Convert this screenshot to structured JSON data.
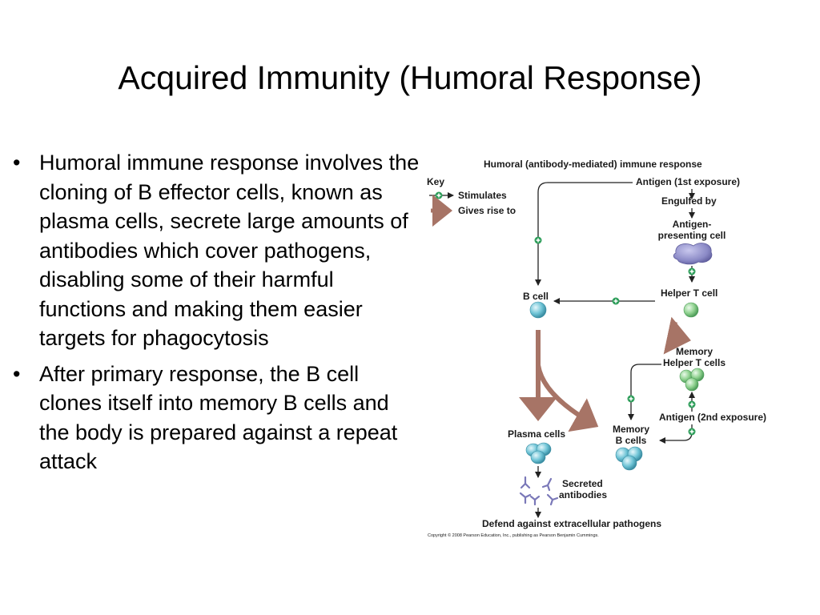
{
  "slide": {
    "title": "Acquired Immunity (Humoral Response)",
    "bullets": [
      "Humoral immune response involves the cloning of B effector cells, known as plasma cells, secrete large amounts of antibodies which cover pathogens, disabling some of their harmful functions and making them easier targets for phagocytosis",
      "After primary response, the B cell clones itself into memory B cells and the body is prepared against a repeat attack"
    ]
  },
  "diagram": {
    "title": "Humoral (antibody-mediated) immune response",
    "key_label": "Key",
    "key_stimulates": "Stimulates",
    "key_gives_rise": "Gives rise to",
    "antigen_first": "Antigen (1st exposure)",
    "engulfed_by": "Engulfed by",
    "apc_line1": "Antigen-",
    "apc_line2": "presenting cell",
    "helper_t": "Helper T cell",
    "b_cell": "B cell",
    "memory_helper_line1": "Memory",
    "memory_helper_line2": "Helper T cells",
    "antigen_second": "Antigen (2nd exposure)",
    "plasma_cells": "Plasma cells",
    "memory_b_line1": "Memory",
    "memory_b_line2": "B cells",
    "secreted_line1": "Secreted",
    "secreted_line2": "antibodies",
    "defend": "Defend against extracellular pathogens",
    "copyright": "Copyright © 2008 Pearson Education, Inc., publishing as Pearson Benjamin Cummings."
  },
  "colors": {
    "gives_rise_arrow": "#a77466",
    "plus_badge": "#2e9e5a",
    "b_cell": "#6fc4d6",
    "helper_t_cell": "#8fd18f",
    "apc": "#8b8ac6",
    "antibody": "#7a78b8"
  }
}
